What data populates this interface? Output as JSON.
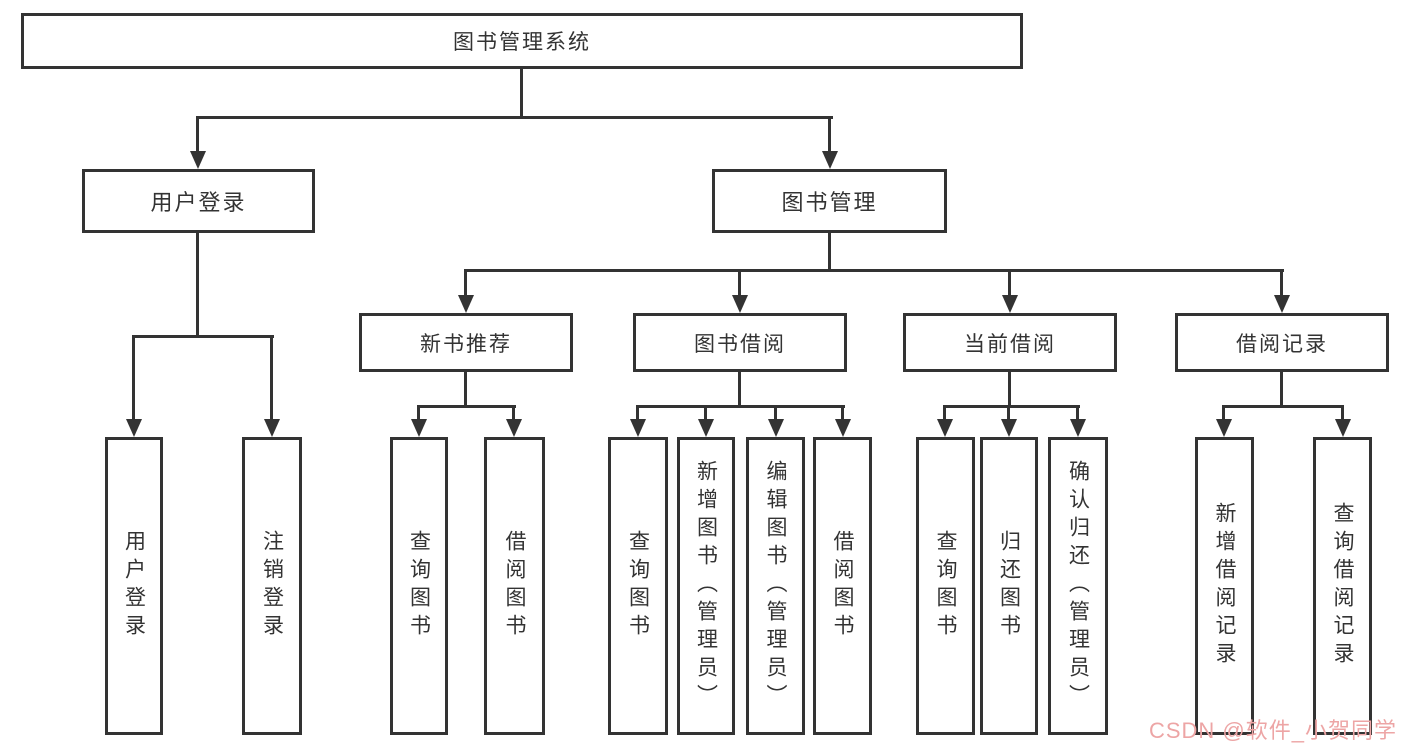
{
  "colors": {
    "line": "#333333",
    "box_background": "#ffffff",
    "text": "#333333",
    "watermark": "#eda5a5"
  },
  "watermark": {
    "text": "CSDN @软件_小贺同学"
  },
  "nodes": {
    "root": {
      "label": "图书管理系统"
    },
    "user_login": {
      "label": "用户登录"
    },
    "book_management": {
      "label": "图书管理"
    },
    "new_book_recommend": {
      "label": "新书推荐"
    },
    "book_borrow": {
      "label": "图书借阅"
    },
    "current_borrow": {
      "label": "当前借阅"
    },
    "borrow_records": {
      "label": "借阅记录"
    },
    "leaf_user_login": {
      "label": "用户登录"
    },
    "leaf_logout": {
      "label": "注销登录"
    },
    "leaf_query_book_1": {
      "label": "查询图书"
    },
    "leaf_borrow_book_1": {
      "label": "借阅图书"
    },
    "leaf_query_book_2": {
      "label": "查询图书"
    },
    "leaf_add_book": {
      "label": "新增图书（管理员）"
    },
    "leaf_edit_book": {
      "label": "编辑图书（管理员）"
    },
    "leaf_borrow_book_2": {
      "label": "借阅图书"
    },
    "leaf_query_book_3": {
      "label": "查询图书"
    },
    "leaf_return_book": {
      "label": "归还图书"
    },
    "leaf_confirm_return": {
      "label": "确认归还（管理员）"
    },
    "leaf_add_record": {
      "label": "新增借阅记录"
    },
    "leaf_query_record": {
      "label": "查询借阅记录"
    }
  }
}
